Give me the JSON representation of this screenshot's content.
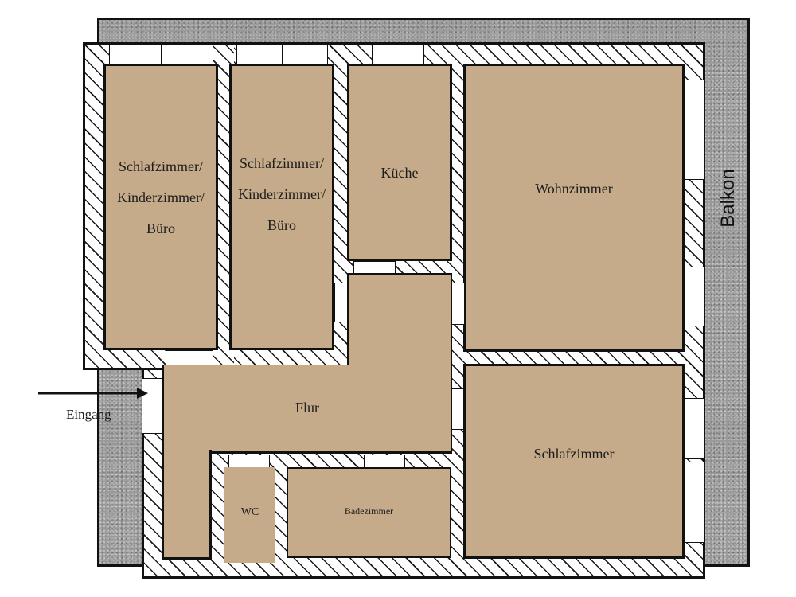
{
  "plan": {
    "type": "floor-plan",
    "colors": {
      "room_fill": "#c6ab8a",
      "wall_hatch": "#1a1a1a",
      "balcony": "#9a9a9a",
      "background": "#ffffff"
    }
  },
  "balcony": {
    "label": "Balkon"
  },
  "entrance": {
    "label": "Eingang"
  },
  "rooms": {
    "bedroom_1": {
      "lines": [
        "Schlafzimmer/",
        "Kinderzimmer/",
        "Büro"
      ]
    },
    "bedroom_2": {
      "lines": [
        "Schlafzimmer/",
        "Kinderzimmer/",
        "Büro"
      ]
    },
    "kitchen": {
      "label": "Küche"
    },
    "living_room": {
      "label": "Wohnzimmer"
    },
    "hallway": {
      "label": "Flur"
    },
    "bedroom": {
      "label": "Schlafzimmer"
    },
    "wc": {
      "label": "WC"
    },
    "bathroom": {
      "label": "Badezimmer"
    }
  }
}
